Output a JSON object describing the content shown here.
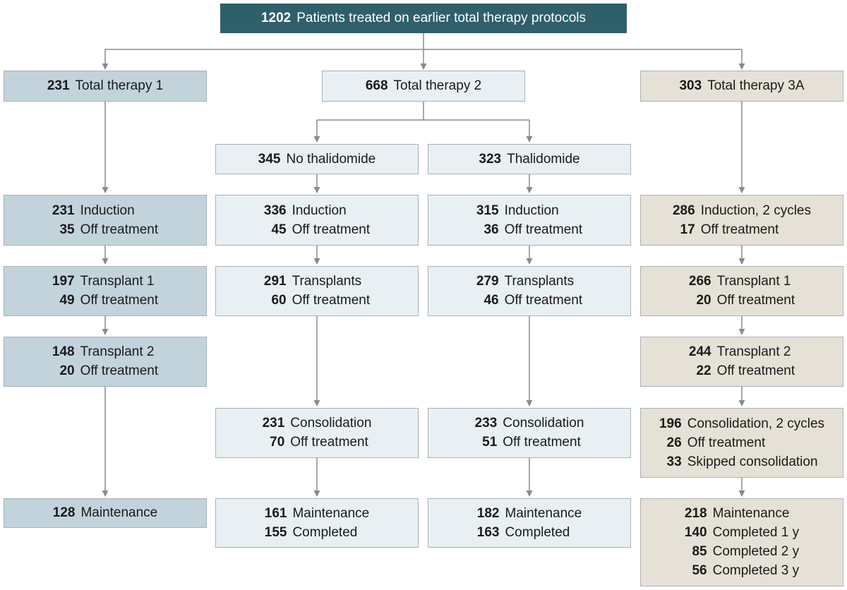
{
  "root": {
    "count": "1202",
    "label": "Patients treated on earlier total therapy protocols"
  },
  "tt1": {
    "header": {
      "count": "231",
      "label": "Total therapy 1"
    },
    "induction": [
      {
        "count": "231",
        "label": "Induction"
      },
      {
        "count": "35",
        "label": "Off treatment"
      }
    ],
    "transplant1": [
      {
        "count": "197",
        "label": "Transplant 1"
      },
      {
        "count": "49",
        "label": "Off treatment"
      }
    ],
    "transplant2": [
      {
        "count": "148",
        "label": "Transplant 2"
      },
      {
        "count": "20",
        "label": "Off treatment"
      }
    ],
    "maintenance": {
      "count": "128",
      "label": "Maintenance"
    }
  },
  "tt2": {
    "header": {
      "count": "668",
      "label": "Total therapy 2"
    },
    "no_thal": {
      "header": {
        "count": "345",
        "label": "No thalidomide"
      },
      "induction": [
        {
          "count": "336",
          "label": "Induction"
        },
        {
          "count": "45",
          "label": "Off treatment"
        }
      ],
      "transplants": [
        {
          "count": "291",
          "label": "Transplants"
        },
        {
          "count": "60",
          "label": "Off treatment"
        }
      ],
      "consolidation": [
        {
          "count": "231",
          "label": "Consolidation"
        },
        {
          "count": "70",
          "label": "Off treatment"
        }
      ],
      "maintenance": [
        {
          "count": "161",
          "label": "Maintenance"
        },
        {
          "count": "155",
          "label": "Completed"
        }
      ]
    },
    "thal": {
      "header": {
        "count": "323",
        "label": "Thalidomide"
      },
      "induction": [
        {
          "count": "315",
          "label": "Induction"
        },
        {
          "count": "36",
          "label": "Off treatment"
        }
      ],
      "transplants": [
        {
          "count": "279",
          "label": "Transplants"
        },
        {
          "count": "46",
          "label": "Off treatment"
        }
      ],
      "consolidation": [
        {
          "count": "233",
          "label": "Consolidation"
        },
        {
          "count": "51",
          "label": "Off treatment"
        }
      ],
      "maintenance": [
        {
          "count": "182",
          "label": "Maintenance"
        },
        {
          "count": "163",
          "label": "Completed"
        }
      ]
    }
  },
  "tt3a": {
    "header": {
      "count": "303",
      "label": "Total therapy 3A"
    },
    "induction": [
      {
        "count": "286",
        "label": "Induction, 2 cycles"
      },
      {
        "count": "17",
        "label": "Off treatment"
      }
    ],
    "transplant1": [
      {
        "count": "266",
        "label": "Transplant 1"
      },
      {
        "count": "20",
        "label": "Off treatment"
      }
    ],
    "transplant2": [
      {
        "count": "244",
        "label": "Transplant 2"
      },
      {
        "count": "22",
        "label": "Off treatment"
      }
    ],
    "consolidation": [
      {
        "count": "196",
        "label": "Consolidation, 2 cycles"
      },
      {
        "count": "26",
        "label": "Off treatment"
      },
      {
        "count": "33",
        "label": "Skipped consolidation"
      }
    ],
    "maintenance": [
      {
        "count": "218",
        "label": "Maintenance"
      },
      {
        "count": "140",
        "label": "Completed 1 y"
      },
      {
        "count": "85",
        "label": "Completed 2 y"
      },
      {
        "count": "56",
        "label": "Completed 3 y"
      }
    ]
  },
  "colors": {
    "root_fill": "#2f5f6b",
    "tt1_fill": "#c3d3db",
    "tt2_fill": "#e9f0f3",
    "tt3a_fill": "#e6e1d6",
    "connector": "#8a8a8a"
  }
}
